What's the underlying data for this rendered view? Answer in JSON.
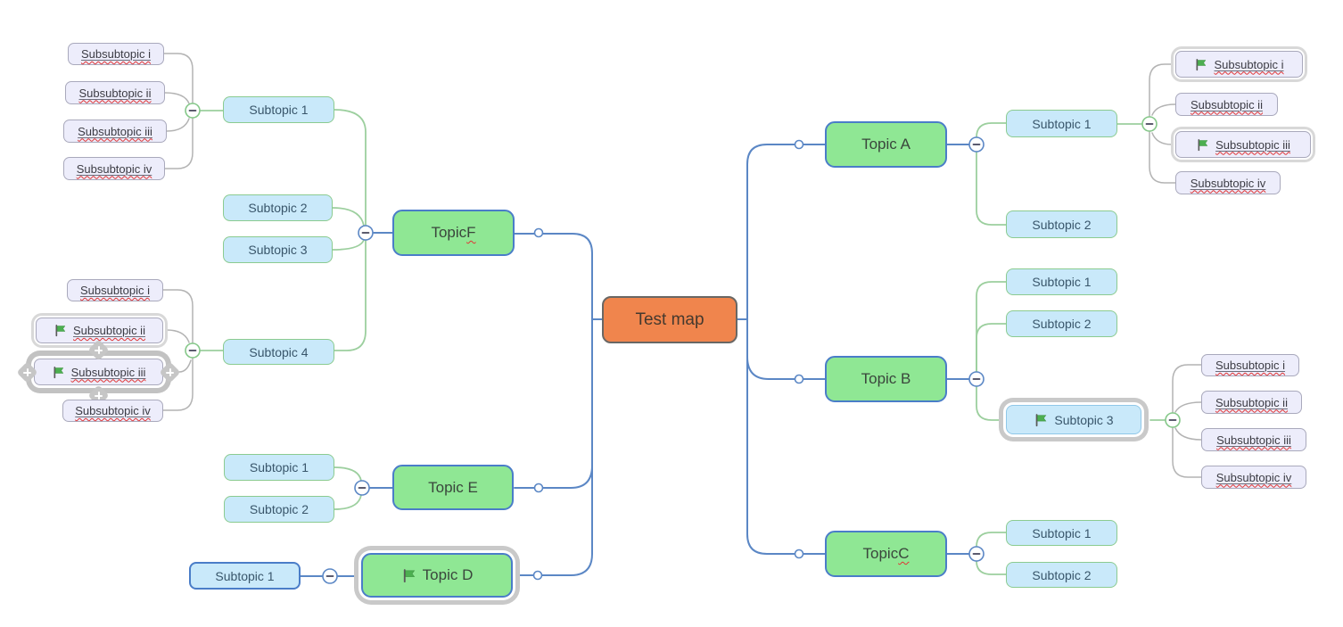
{
  "map": {
    "root_label": "Test map",
    "nodes": [
      {
        "id": "root",
        "kind": "root",
        "label": "Test map",
        "head": "Test map",
        "wavy": "",
        "underline": false,
        "flag": false,
        "selected": "none",
        "border": ""
      },
      {
        "id": "topic-a",
        "kind": "topic",
        "label": "Topic A",
        "head": "Topic A",
        "wavy": "",
        "underline": false,
        "flag": false,
        "selected": "none",
        "border": ""
      },
      {
        "id": "a-sub1",
        "kind": "subtopic",
        "label": "Subtopic 1",
        "head": "Subtopic 1",
        "wavy": "",
        "underline": false,
        "flag": false,
        "selected": "none",
        "border": ""
      },
      {
        "id": "a-sub1-i",
        "kind": "subsubtopic",
        "label": "Subsubtopic i",
        "head": "",
        "wavy": "Subsubtopic i",
        "underline": true,
        "flag": true,
        "selected": "light",
        "border": ""
      },
      {
        "id": "a-sub1-ii",
        "kind": "subsubtopic",
        "label": "Subsubtopic ii",
        "head": "",
        "wavy": "Subsubtopic ii",
        "underline": true,
        "flag": false,
        "selected": "none",
        "border": ""
      },
      {
        "id": "a-sub1-iii",
        "kind": "subsubtopic",
        "label": "Subsubtopic iii",
        "head": "",
        "wavy": "Subsubtopic iii",
        "underline": true,
        "flag": true,
        "selected": "light",
        "border": ""
      },
      {
        "id": "a-sub1-iv",
        "kind": "subsubtopic",
        "label": "Subsubtopic iv",
        "head": "",
        "wavy": "Subsubtopic iv",
        "underline": true,
        "flag": false,
        "selected": "none",
        "border": ""
      },
      {
        "id": "a-sub2",
        "kind": "subtopic",
        "label": "Subtopic 2",
        "head": "Subtopic 2",
        "wavy": "",
        "underline": false,
        "flag": false,
        "selected": "none",
        "border": ""
      },
      {
        "id": "topic-b",
        "kind": "topic",
        "label": "Topic B",
        "head": "Topic B",
        "wavy": "",
        "underline": false,
        "flag": false,
        "selected": "none",
        "border": ""
      },
      {
        "id": "b-sub1",
        "kind": "subtopic",
        "label": "Subtopic 1",
        "head": "Subtopic 1",
        "wavy": "",
        "underline": false,
        "flag": false,
        "selected": "none",
        "border": ""
      },
      {
        "id": "b-sub2",
        "kind": "subtopic",
        "label": "Subtopic 2",
        "head": "Subtopic 2",
        "wavy": "",
        "underline": false,
        "flag": false,
        "selected": "none",
        "border": ""
      },
      {
        "id": "b-sub3",
        "kind": "subtopic",
        "label": "Subtopic 3",
        "head": "Subtopic 3",
        "wavy": "",
        "underline": false,
        "flag": true,
        "selected": "strong",
        "border": "lightblue"
      },
      {
        "id": "b-sub3-i",
        "kind": "subsubtopic",
        "label": "Subsubtopic i",
        "head": "",
        "wavy": "Subsubtopic i",
        "underline": true,
        "flag": false,
        "selected": "none",
        "border": ""
      },
      {
        "id": "b-sub3-ii",
        "kind": "subsubtopic",
        "label": "Subsubtopic ii",
        "head": "",
        "wavy": "Subsubtopic ii",
        "underline": true,
        "flag": false,
        "selected": "none",
        "border": ""
      },
      {
        "id": "b-sub3-iii",
        "kind": "subsubtopic",
        "label": "Subsubtopic iii",
        "head": "",
        "wavy": "Subsubtopic iii",
        "underline": true,
        "flag": false,
        "selected": "none",
        "border": ""
      },
      {
        "id": "b-sub3-iv",
        "kind": "subsubtopic",
        "label": "Subsubtopic iv",
        "head": "",
        "wavy": "Subsubtopic iv",
        "underline": true,
        "flag": false,
        "selected": "none",
        "border": ""
      },
      {
        "id": "topic-c",
        "kind": "topic",
        "label": "Topic C",
        "head": "Topic ",
        "wavy": "C",
        "underline": false,
        "flag": false,
        "selected": "none",
        "border": ""
      },
      {
        "id": "c-sub1",
        "kind": "subtopic",
        "label": "Subtopic 1",
        "head": "Subtopic 1",
        "wavy": "",
        "underline": false,
        "flag": false,
        "selected": "none",
        "border": ""
      },
      {
        "id": "c-sub2",
        "kind": "subtopic",
        "label": "Subtopic 2",
        "head": "Subtopic 2",
        "wavy": "",
        "underline": false,
        "flag": false,
        "selected": "none",
        "border": ""
      },
      {
        "id": "topic-f",
        "kind": "topic",
        "label": "Topic F",
        "head": "Topic ",
        "wavy": "F",
        "underline": false,
        "flag": false,
        "selected": "none",
        "border": ""
      },
      {
        "id": "f-sub1",
        "kind": "subtopic",
        "label": "Subtopic 1",
        "head": "Subtopic 1",
        "wavy": "",
        "underline": false,
        "flag": false,
        "selected": "none",
        "border": ""
      },
      {
        "id": "f-sub1-i",
        "kind": "subsubtopic",
        "label": "Subsubtopic i",
        "head": "",
        "wavy": "Subsubtopic i",
        "underline": true,
        "flag": false,
        "selected": "none",
        "border": ""
      },
      {
        "id": "f-sub1-ii",
        "kind": "subsubtopic",
        "label": "Subsubtopic ii",
        "head": "",
        "wavy": "Subsubtopic ii",
        "underline": true,
        "flag": false,
        "selected": "none",
        "border": ""
      },
      {
        "id": "f-sub1-iii",
        "kind": "subsubtopic",
        "label": "Subsubtopic iii",
        "head": "",
        "wavy": "Subsubtopic iii",
        "underline": true,
        "flag": false,
        "selected": "none",
        "border": ""
      },
      {
        "id": "f-sub1-iv",
        "kind": "subsubtopic",
        "label": "Subsubtopic iv",
        "head": "",
        "wavy": "Subsubtopic iv",
        "underline": true,
        "flag": false,
        "selected": "none",
        "border": ""
      },
      {
        "id": "f-sub2",
        "kind": "subtopic",
        "label": "Subtopic 2",
        "head": "Subtopic 2",
        "wavy": "",
        "underline": false,
        "flag": false,
        "selected": "none",
        "border": ""
      },
      {
        "id": "f-sub3",
        "kind": "subtopic",
        "label": "Subtopic 3",
        "head": "Subtopic 3",
        "wavy": "",
        "underline": false,
        "flag": false,
        "selected": "none",
        "border": ""
      },
      {
        "id": "f-sub4",
        "kind": "subtopic",
        "label": "Subtopic 4",
        "head": "Subtopic 4",
        "wavy": "",
        "underline": false,
        "flag": false,
        "selected": "none",
        "border": ""
      },
      {
        "id": "f-sub4-i",
        "kind": "subsubtopic",
        "label": "Subsubtopic i",
        "head": "",
        "wavy": "Subsubtopic i",
        "underline": true,
        "flag": false,
        "selected": "none",
        "border": ""
      },
      {
        "id": "f-sub4-ii",
        "kind": "subsubtopic",
        "label": "Subsubtopic ii",
        "head": "",
        "wavy": "Subsubtopic ii",
        "underline": true,
        "flag": true,
        "selected": "light",
        "border": ""
      },
      {
        "id": "f-sub4-iii",
        "kind": "subsubtopic",
        "label": "Subsubtopic iii",
        "head": "",
        "wavy": "Subsubtopic iii",
        "underline": true,
        "flag": true,
        "selected": "active",
        "border": ""
      },
      {
        "id": "f-sub4-iv",
        "kind": "subsubtopic",
        "label": "Subsubtopic iv",
        "head": "",
        "wavy": "Subsubtopic iv",
        "underline": true,
        "flag": false,
        "selected": "none",
        "border": ""
      },
      {
        "id": "topic-e",
        "kind": "topic",
        "label": "Topic E",
        "head": "Topic E",
        "wavy": "",
        "underline": false,
        "flag": false,
        "selected": "none",
        "border": ""
      },
      {
        "id": "e-sub1",
        "kind": "subtopic",
        "label": "Subtopic 1",
        "head": "Subtopic 1",
        "wavy": "",
        "underline": false,
        "flag": false,
        "selected": "none",
        "border": ""
      },
      {
        "id": "e-sub2",
        "kind": "subtopic",
        "label": "Subtopic 2",
        "head": "Subtopic 2",
        "wavy": "",
        "underline": false,
        "flag": false,
        "selected": "none",
        "border": ""
      },
      {
        "id": "topic-d",
        "kind": "topic",
        "label": "Topic D",
        "head": "Topic D",
        "wavy": "",
        "underline": false,
        "flag": true,
        "selected": "strong",
        "border": ""
      },
      {
        "id": "d-sub1",
        "kind": "subtopic",
        "label": "Subtopic 1",
        "head": "Subtopic 1",
        "wavy": "",
        "underline": false,
        "flag": false,
        "selected": "none",
        "border": "blue"
      }
    ]
  },
  "colors": {
    "branch_blue": "#5B87C5",
    "branch_green": "#9CCF9E",
    "branch_gray": "#B3B3B3",
    "root_fill": "#F0854D",
    "root_border": "#696764",
    "topic_fill": "#8FE794",
    "topic_border": "#4A7DC8",
    "subtopic_fill": "#C9E9FA",
    "subtopic_border": "#8BCB90",
    "subsubtopic_fill": "#EDEDFB",
    "subsubtopic_border": "#A9A9BC",
    "flag_green": "#4CAF50",
    "selection_frame": "#C9C9C9",
    "spellcheck_wavy": "#E03434"
  }
}
